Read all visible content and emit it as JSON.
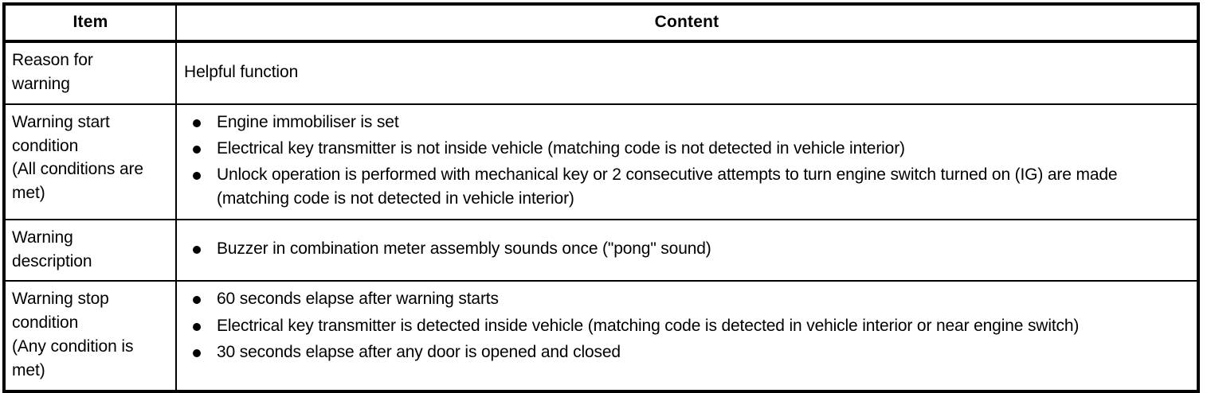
{
  "table": {
    "columns": [
      {
        "key": "item",
        "label": "Item",
        "align": "center"
      },
      {
        "key": "content",
        "label": "Content",
        "align": "center"
      }
    ],
    "rows": [
      {
        "item_lines": [
          "Reason for",
          "warning"
        ],
        "content_type": "plain",
        "content_text": "Helpful function",
        "bullets": []
      },
      {
        "item_lines": [
          "Warning start",
          "condition",
          "(All conditions are",
          "met)"
        ],
        "content_type": "bullets",
        "content_text": "",
        "bullets": [
          "Engine immobiliser is set",
          "Electrical key transmitter is not inside vehicle (matching code is not detected in vehicle interior)",
          "Unlock operation is performed with mechanical key or 2 consecutive attempts to turn engine switch turned on (IG) are made (matching code is not detected in vehicle interior)"
        ]
      },
      {
        "item_lines": [
          "Warning",
          "description"
        ],
        "content_type": "bullets",
        "content_text": "",
        "bullets": [
          "Buzzer in combination meter assembly sounds once (\"pong\" sound)"
        ]
      },
      {
        "item_lines": [
          "Warning stop",
          "condition",
          "(Any condition is",
          "met)"
        ],
        "content_type": "bullets",
        "content_text": "",
        "bullets": [
          "60 seconds elapse after warning starts",
          "Electrical key transmitter is detected inside vehicle (matching code is detected in vehicle interior or near engine switch)",
          "30 seconds elapse after any door is opened and closed"
        ]
      }
    ]
  },
  "style": {
    "border_color": "#000000",
    "text_color": "#000000",
    "background": "#ffffff",
    "bullet_glyph": "filled-circle"
  }
}
